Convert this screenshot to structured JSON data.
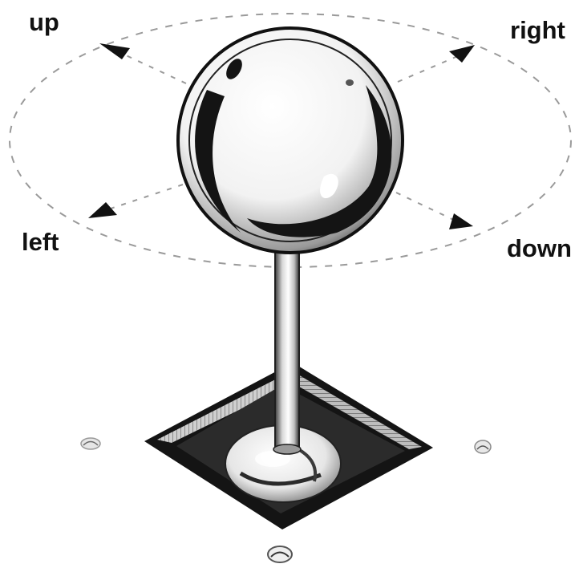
{
  "labels": {
    "up": "up",
    "right": "right",
    "left": "left",
    "down": "down"
  },
  "colors": {
    "ink": "#111111",
    "dashed_path": "#9a9a9a",
    "background": "#ffffff"
  },
  "icons": {
    "handle": "joystick-ball-icon",
    "arrow": "direction-arrow-icon"
  }
}
